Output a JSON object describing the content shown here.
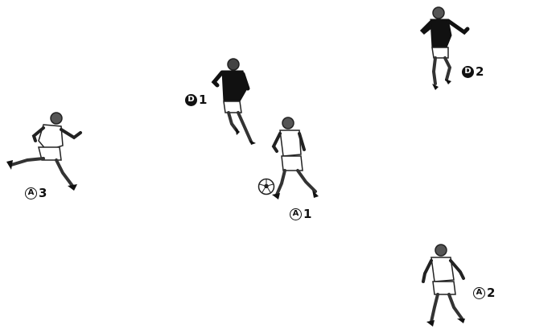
{
  "diagram": {
    "players": [
      {
        "id": "D1",
        "team": "defender",
        "letter": "D",
        "number": "1"
      },
      {
        "id": "D2",
        "team": "defender",
        "letter": "D",
        "number": "2"
      },
      {
        "id": "A1",
        "team": "attacker",
        "letter": "A",
        "number": "1",
        "has_ball": true
      },
      {
        "id": "A2",
        "team": "attacker",
        "letter": "A",
        "number": "2"
      },
      {
        "id": "A3",
        "team": "attacker",
        "letter": "A",
        "number": "3"
      }
    ],
    "colors": {
      "defender_shirt": "#111111",
      "attacker_shirt": "#ffffff",
      "outline": "#222222",
      "background": "#ffffff"
    }
  }
}
